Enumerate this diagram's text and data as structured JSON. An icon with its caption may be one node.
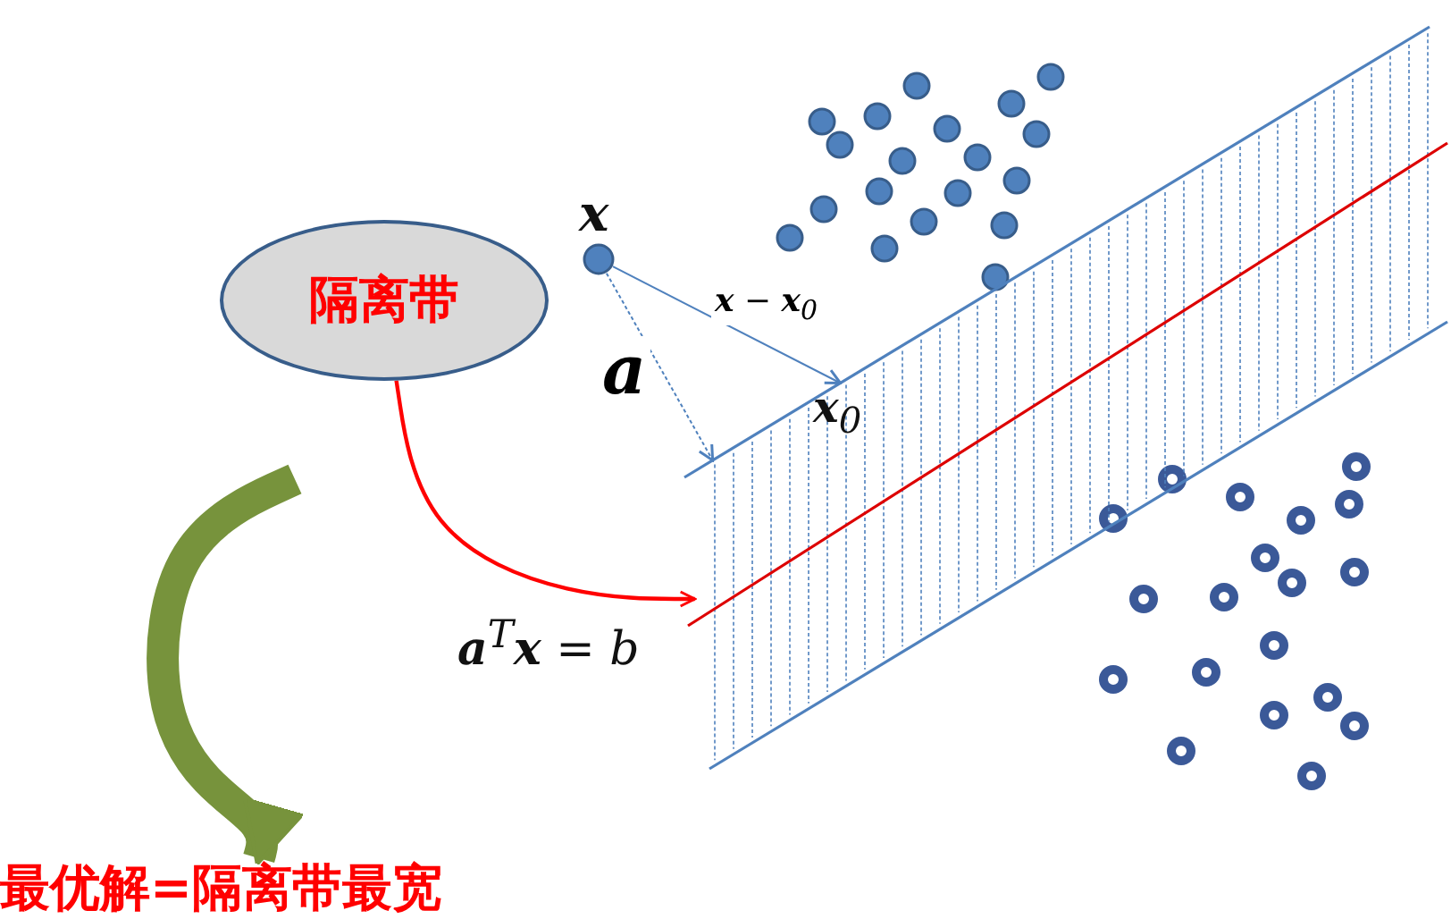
{
  "diagram": {
    "nodes": [
      {
        "text": [
          "隔离带"
        ]
      },
      {
        "text": [],
        "shape": "circle",
        "beside": [
          "x"
        ]
      },
      {
        "text": [],
        "shape": "band"
      },
      {
        "text": [
          "最优解=隔离带最宽"
        ]
      }
    ],
    "edges": [
      {
        "from": 1,
        "to": 2,
        "arrow": "to",
        "label": "**x** − **x**$_{0}$"
      },
      {
        "from": 1,
        "to": 2,
        "arrow": "to",
        "label": "a",
        "style": "dashed"
      },
      {
        "from": 0,
        "to": 2,
        "arrow": "to",
        "color": "#ff0000"
      },
      {
        "from": null,
        "to": 3,
        "arrow": "to",
        "style": "thick",
        "color": "#77933c"
      }
    ],
    "labels": [
      "**x**$_{0}$",
      "**a**$^{T}$**x** = *b*"
    ]
  }
}
